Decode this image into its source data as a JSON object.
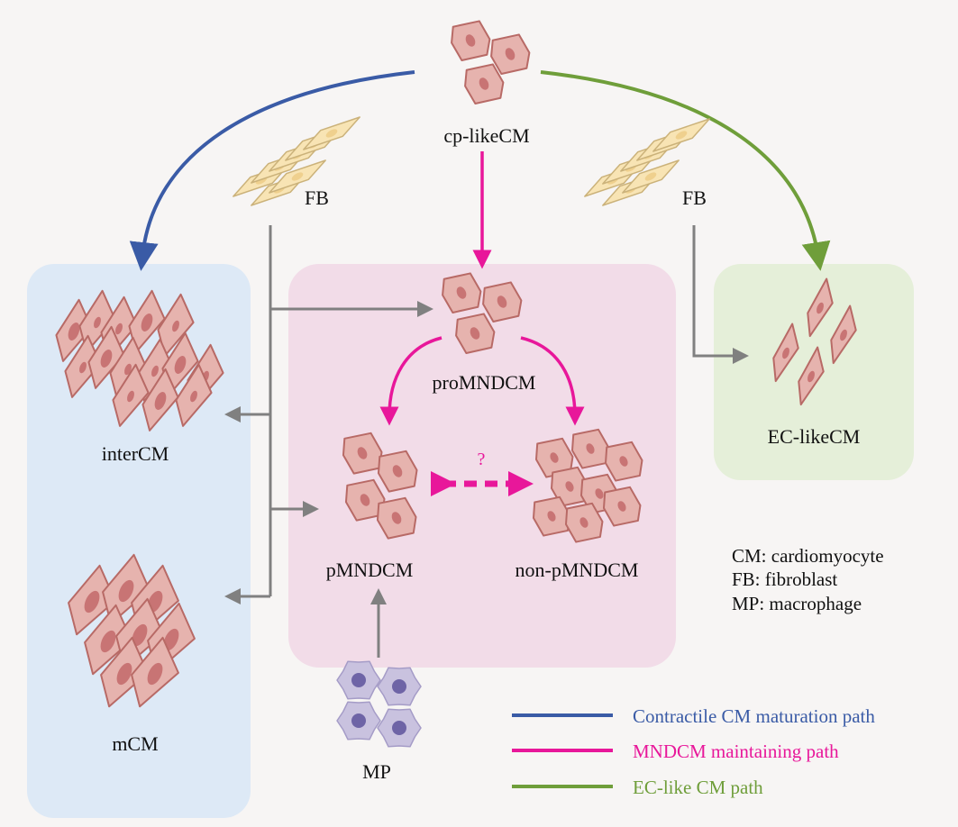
{
  "colors": {
    "blue_path": "#3a5ba6",
    "magenta_path": "#e8179a",
    "green_path": "#6f9e3a",
    "gray_arrow": "#808080",
    "blue_panel": "#dde9f6",
    "pink_panel": "#f2dce8",
    "green_panel": "#e5efd9",
    "cm_fill": "#e6b3ae",
    "cm_stroke": "#b86a66",
    "cm_nucleus": "#c87474",
    "fb_fill": "#f8e4b4",
    "fb_stroke": "#cbb27a",
    "mp_fill": "#c9c2df",
    "mp_nucleus": "#6e64a6"
  },
  "labels": {
    "cp_like": "cp-likeCM",
    "fb_left": "FB",
    "fb_right": "FB",
    "pro": "proMNDCM",
    "inter": "interCM",
    "mcm": "mCM",
    "pmnd": "pMNDCM",
    "non_pmnd": "non-pMNDCM",
    "ec_like": "EC-likeCM",
    "mp": "MP",
    "question": "?"
  },
  "abbreviations": [
    "CM: cardiomyocyte",
    "FB: fibroblast",
    "MP: macrophage"
  ],
  "legend": [
    {
      "label": "Contractile CM maturation path",
      "icon": "blue-line-icon"
    },
    {
      "label": "MNDCM maintaining path",
      "icon": "magenta-line-icon"
    },
    {
      "label": "EC-like CM path",
      "icon": "green-line-icon"
    }
  ]
}
